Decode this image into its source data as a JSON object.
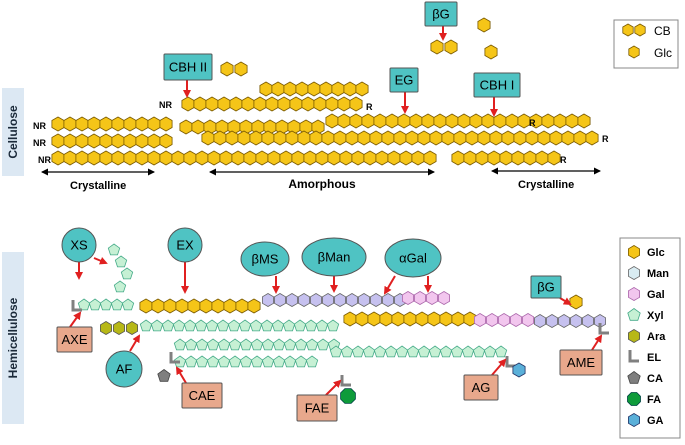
{
  "colors": {
    "glucose": "#f5c518",
    "glucose_stroke": "#7a5a00",
    "mannose": "#d9ecf2",
    "galactose": "#f2c6ee",
    "xylose": "#c6f0d4",
    "arabinose": "#b7b817",
    "ester_linkage": "#808080",
    "coumaric_acid": "#7f7f7f",
    "ferulic_acid": "#0e9b3a",
    "glucuronic_acid": "#5ab0d9",
    "mannan_backbone": "#c6c1ef",
    "enzyme_teal": "#4fc3c3",
    "enzyme_brown": "#e8a88c",
    "side_panel": "#dce8f3",
    "arrow_red": "#e02020"
  },
  "cellulose": {
    "section_label": "Cellulose",
    "ends": {
      "nonreducing": "NR",
      "reducing": "R"
    },
    "regions": {
      "crystalline_left": "Crystalline",
      "amorphous": "Amorphous",
      "crystalline_right": "Crystalline"
    },
    "enzymes": {
      "cbh2": "CBH II",
      "eg": "EG",
      "cbh1": "CBH I",
      "bg": "βG"
    },
    "legend": {
      "cb": "CB",
      "glc": "Glc"
    }
  },
  "hemicellulose": {
    "section_label": "Hemicellulose",
    "enzymes": {
      "xs": "XS",
      "ex": "EX",
      "bms": "βMS",
      "bman": "βMan",
      "agal": "αGal",
      "bg": "βG",
      "axe": "AXE",
      "af": "AF",
      "cae": "CAE",
      "fae": "FAE",
      "ag": "AG",
      "ame": "AME"
    },
    "legend": {
      "glc": "Glc",
      "man": "Man",
      "gal": "Gal",
      "xyl": "Xyl",
      "ara": "Ara",
      "el": "EL",
      "ca": "CA",
      "fa": "FA",
      "ga": "GA"
    }
  }
}
